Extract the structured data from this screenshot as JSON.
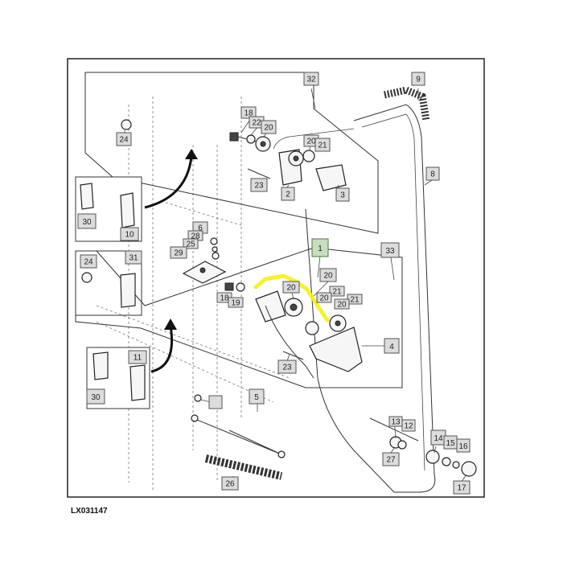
{
  "figure_code": "LX031147",
  "callouts": {
    "c1": "1",
    "c2": "2",
    "c3": "3",
    "c4": "4",
    "c5": "5",
    "c6": "6",
    "c8": "8",
    "c9": "9",
    "c10": "10",
    "c11": "11",
    "c12": "12",
    "c13": "13",
    "c14": "14",
    "c15": "15",
    "c16": "16",
    "c17": "17",
    "c18": "18",
    "c19": "19",
    "c20": "20",
    "c21": "21",
    "c22": "22",
    "c23": "23",
    "c24": "24",
    "c25": "25",
    "c26": "26",
    "c27": "27",
    "c28": "28",
    "c29": "29",
    "c30": "30",
    "c31": "31",
    "c32": "32",
    "c33": "33"
  },
  "highlight_color": "#f5ef1a",
  "highlighted_callout": "1"
}
